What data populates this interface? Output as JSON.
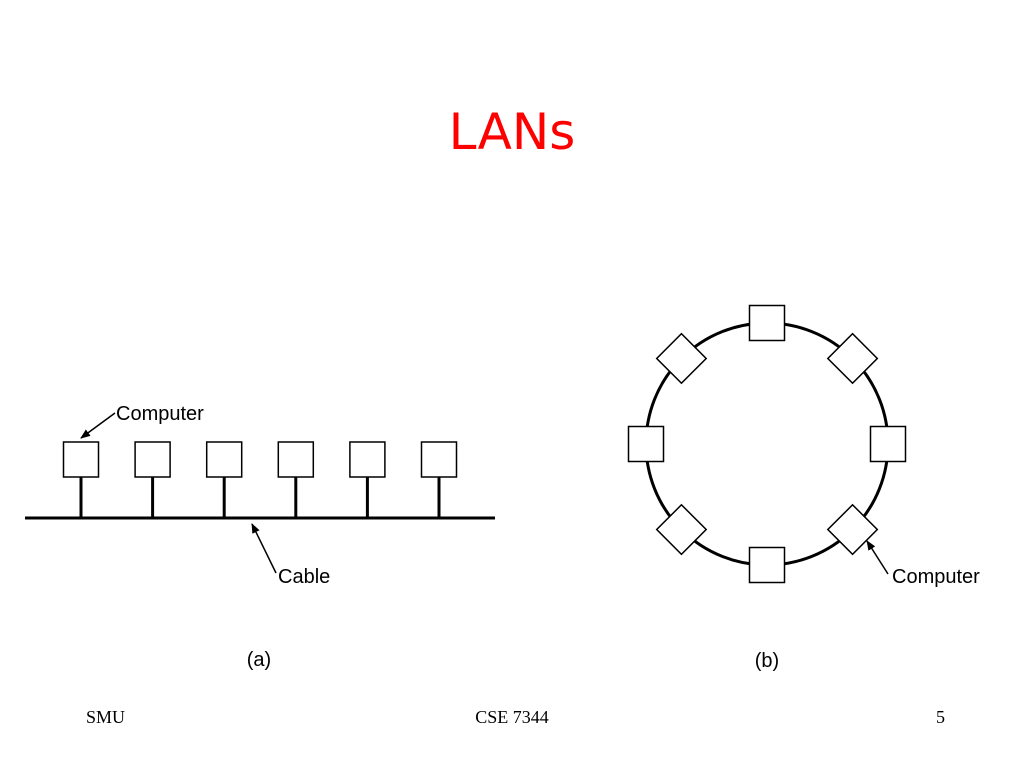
{
  "slide": {
    "title": "LANs",
    "title_color": "#ff0000"
  },
  "diagram_a": {
    "computer_label": "Computer",
    "cable_label": "Cable",
    "caption": "(a)",
    "computer_count": 6
  },
  "diagram_b": {
    "computer_label": "Computer",
    "caption": "(b)",
    "computer_count": 8
  },
  "footer": {
    "left": "SMU",
    "center": "CSE 7344",
    "right": "5"
  }
}
